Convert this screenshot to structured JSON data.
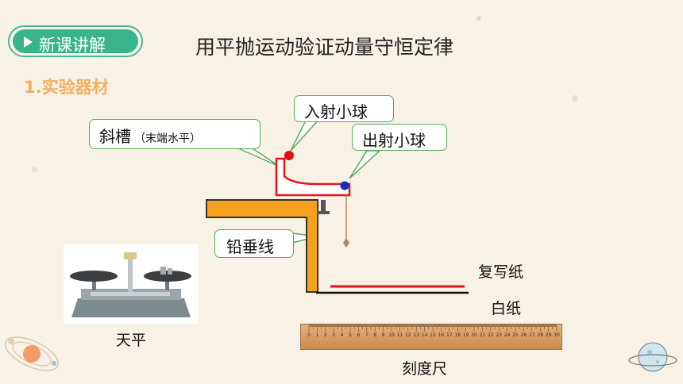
{
  "header": {
    "section_label": "新课讲解",
    "title": "用平抛运动验证动量守恒定律"
  },
  "section": {
    "subtitle": "1.实验器材"
  },
  "labels": {
    "chute_main": "斜槽",
    "chute_note": "（末端水平）",
    "incident_ball": "入射小球",
    "target_ball": "出射小球",
    "plumb_line": "铅垂线",
    "carbon_paper": "复写纸",
    "white_paper": "白纸",
    "balance": "天平",
    "ruler": "刻度尺"
  },
  "ruler_ticks": [
    "0",
    "1",
    "2",
    "3",
    "4",
    "5",
    "6",
    "7",
    "8",
    "9",
    "10",
    "11",
    "12",
    "13",
    "14",
    "15",
    "16",
    "17",
    "18",
    "19",
    "20",
    "21",
    "22",
    "23",
    "24",
    "25",
    "26",
    "27",
    "28",
    "29",
    "30"
  ],
  "colors": {
    "accent_green": "#39b48d",
    "subtitle_orange": "#f3b15c",
    "table_orange": "#f6a21c",
    "chute_red": "#e8131b",
    "incident_ball": "#e01010",
    "target_ball": "#1030c8"
  }
}
